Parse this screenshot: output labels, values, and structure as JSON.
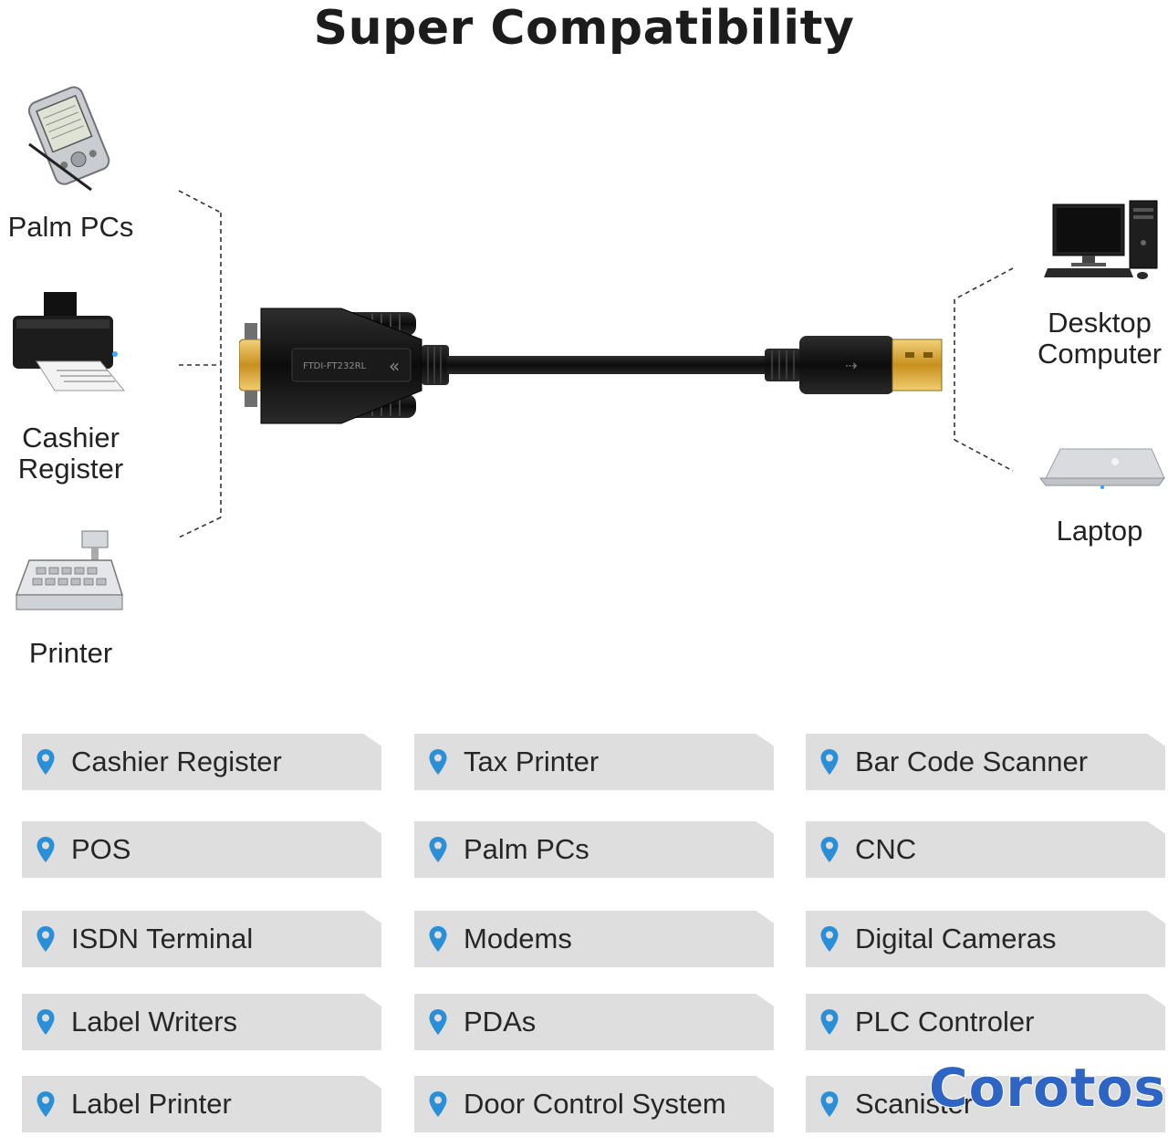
{
  "title": "Super Compatibility",
  "left_devices": [
    {
      "label": "Palm PCs",
      "icon": "pda-icon"
    },
    {
      "label": "Cashier Register",
      "icon": "printer-icon"
    },
    {
      "label": "Printer",
      "icon": "cash-register-icon"
    }
  ],
  "right_devices": [
    {
      "label": "Desktop Computer",
      "icon": "desktop-computer-icon"
    },
    {
      "label": "Laptop",
      "icon": "laptop-icon"
    }
  ],
  "cable": {
    "chip_label": "FTDI-FT232RL"
  },
  "applications": [
    [
      "Cashier Register",
      "Tax Printer",
      "Bar Code Scanner"
    ],
    [
      "POS",
      "Palm PCs",
      "CNC"
    ],
    [
      "ISDN Terminal",
      "Modems",
      "Digital Cameras"
    ],
    [
      "Label Writers",
      "PDAs",
      "PLC Controler"
    ],
    [
      "Label Printer",
      "Door Control System",
      "Scanister"
    ]
  ],
  "watermark": "Corotos",
  "colors": {
    "pin": "#2a8fd6",
    "tag_bg": "#dedede",
    "gold": "#d8a93a",
    "watermark": "#2e64c4"
  }
}
